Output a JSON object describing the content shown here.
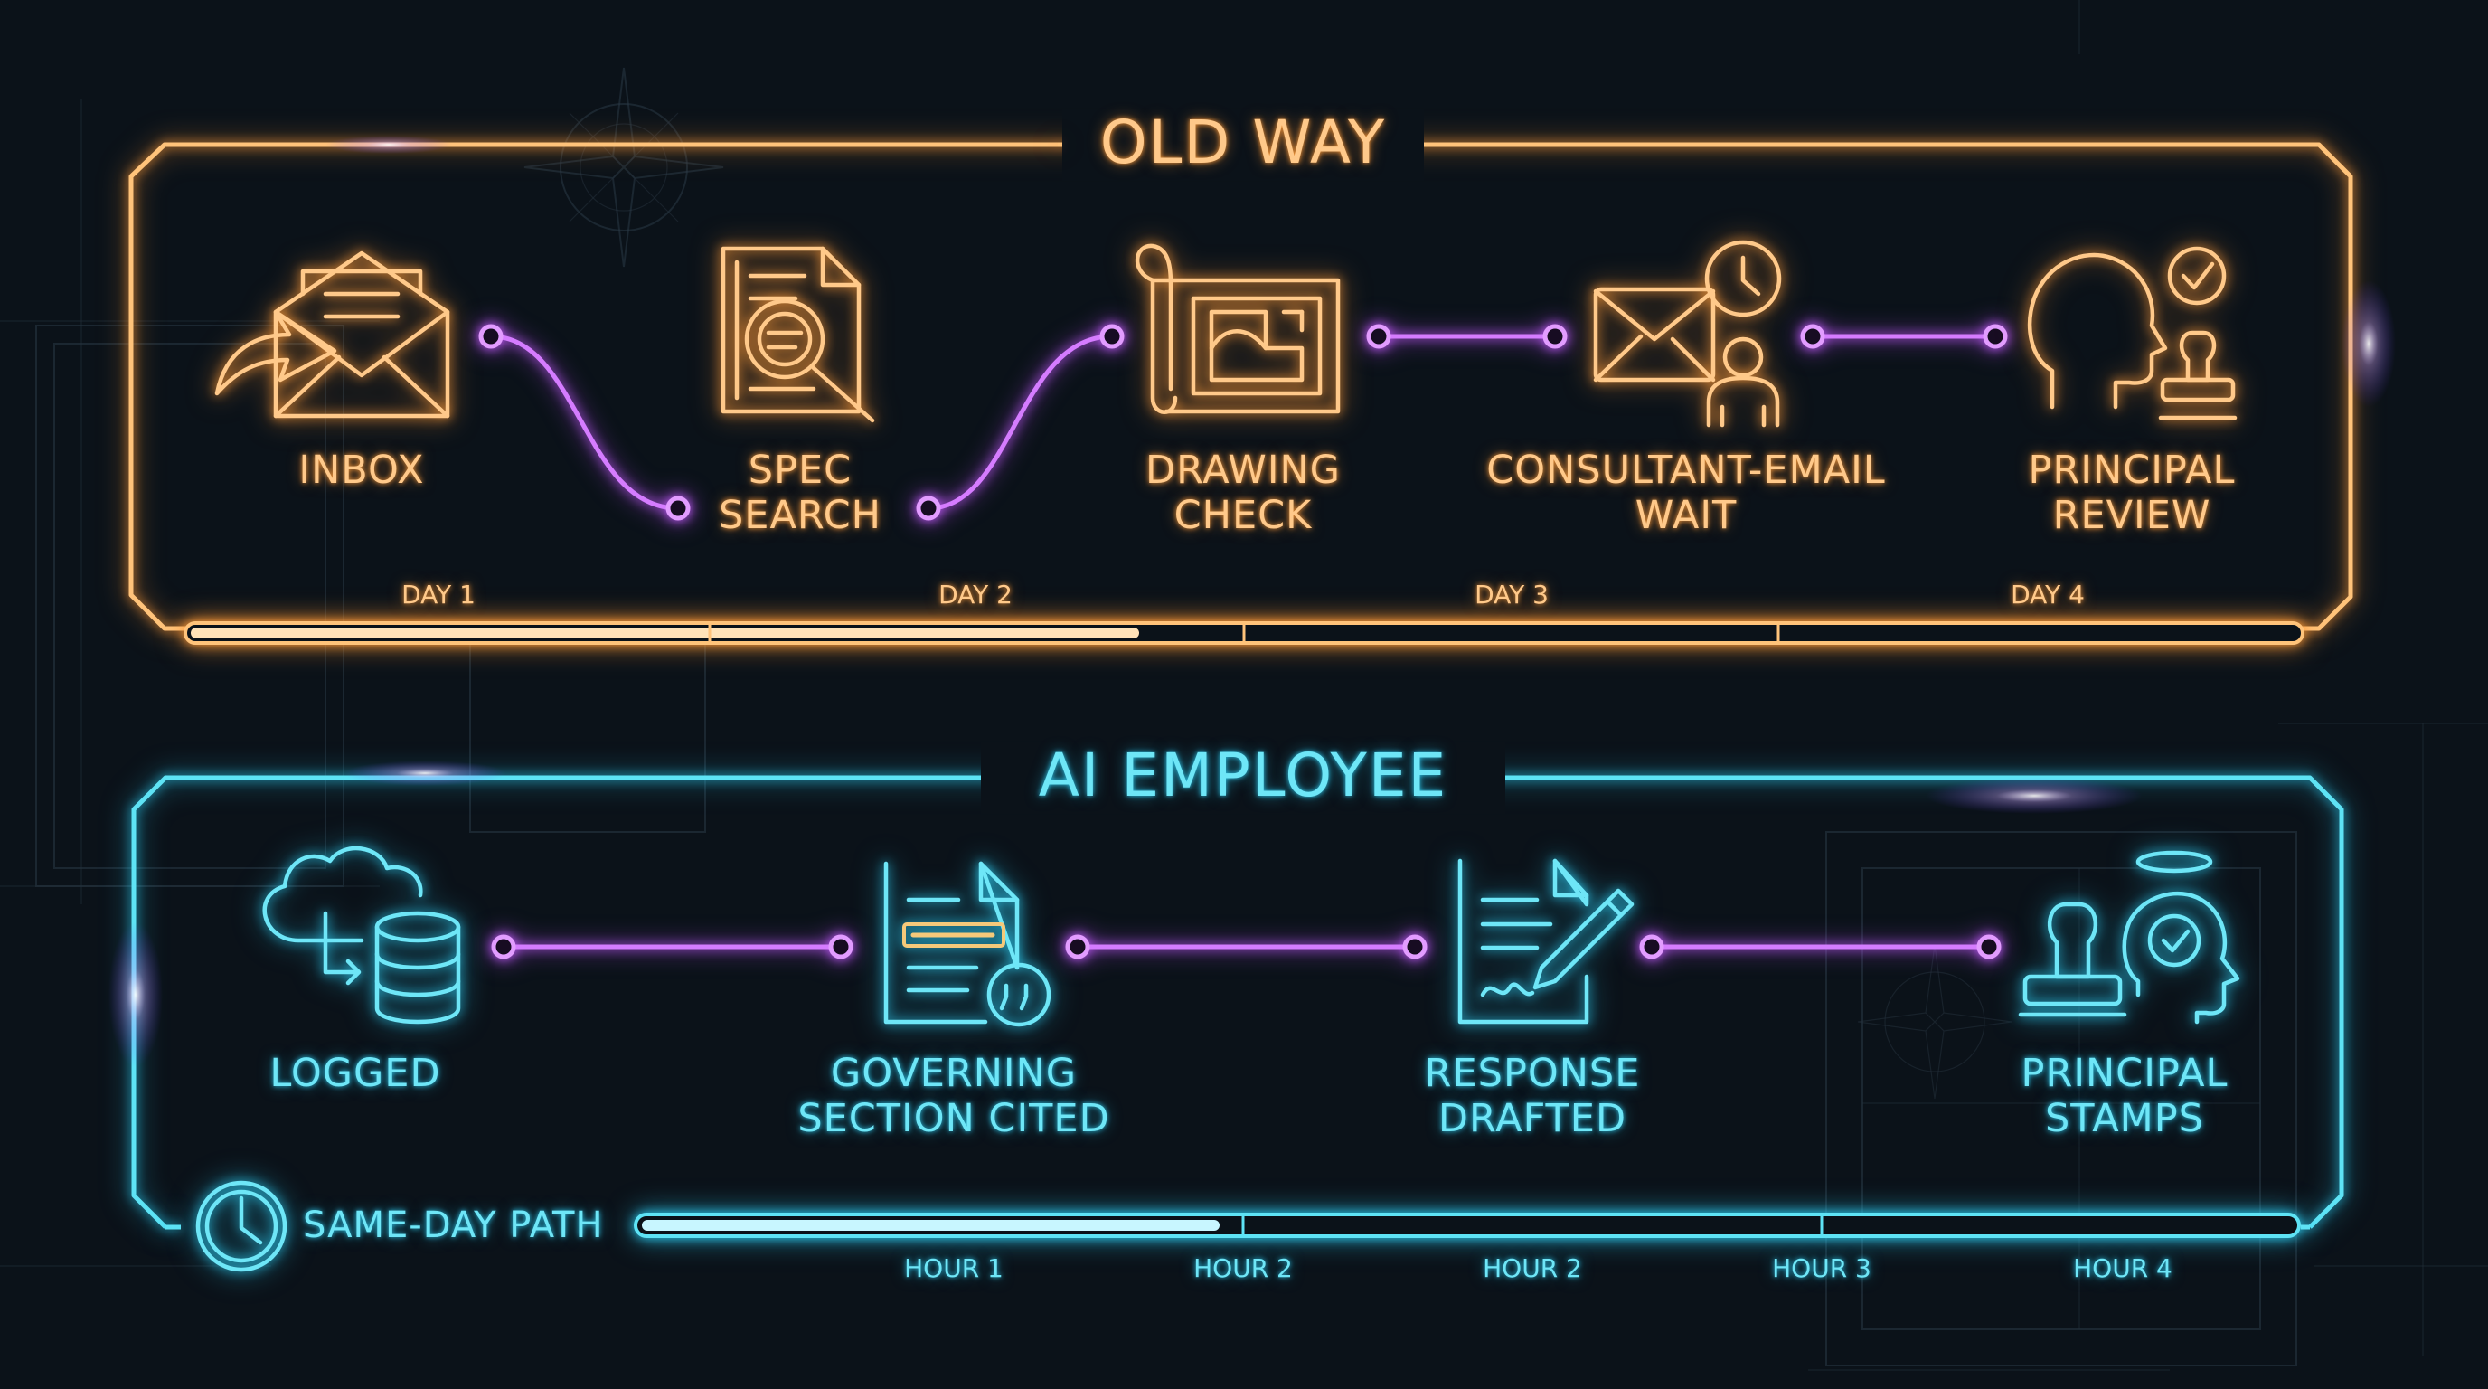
{
  "old_way": {
    "title": "OLD WAY",
    "steps": [
      {
        "line1": "INBOX",
        "line2": "",
        "icon": "inbox-envelope-icon"
      },
      {
        "line1": "SPEC",
        "line2": "SEARCH",
        "icon": "document-magnifier-icon"
      },
      {
        "line1": "DRAWING",
        "line2": "CHECK",
        "icon": "blueprint-scroll-icon"
      },
      {
        "line1": "CONSULTANT-EMAIL",
        "line2": "WAIT",
        "icon": "email-clock-person-icon"
      },
      {
        "line1": "PRINCIPAL",
        "line2": "REVIEW",
        "icon": "head-stamp-check-icon"
      }
    ],
    "timeline": {
      "ticks": [
        "DAY 1",
        "DAY 2",
        "DAY 3",
        "DAY 4"
      ],
      "progress": 0.45
    }
  },
  "ai_employee": {
    "title": "AI EMPLOYEE",
    "steps": [
      {
        "line1": "LOGGED",
        "line2": "",
        "icon": "cloud-database-icon"
      },
      {
        "line1": "GOVERNING",
        "line2": "SECTION CITED",
        "icon": "document-quote-icon"
      },
      {
        "line1": "RESPONSE",
        "line2": "DRAFTED",
        "icon": "document-pen-icon"
      },
      {
        "line1": "PRINCIPAL",
        "line2": "STAMPS",
        "icon": "stamp-head-halo-icon"
      }
    ],
    "timeline": {
      "label": "SAME-DAY PATH",
      "ticks": [
        "HOUR 1",
        "HOUR 2",
        "HOUR 2",
        "HOUR 3",
        "HOUR 4"
      ],
      "progress": 0.35
    }
  },
  "colors": {
    "old_accent": "#ffc98a",
    "ai_accent": "#6ee6f7",
    "connector": "#d57cff",
    "background": "#0b1219"
  }
}
